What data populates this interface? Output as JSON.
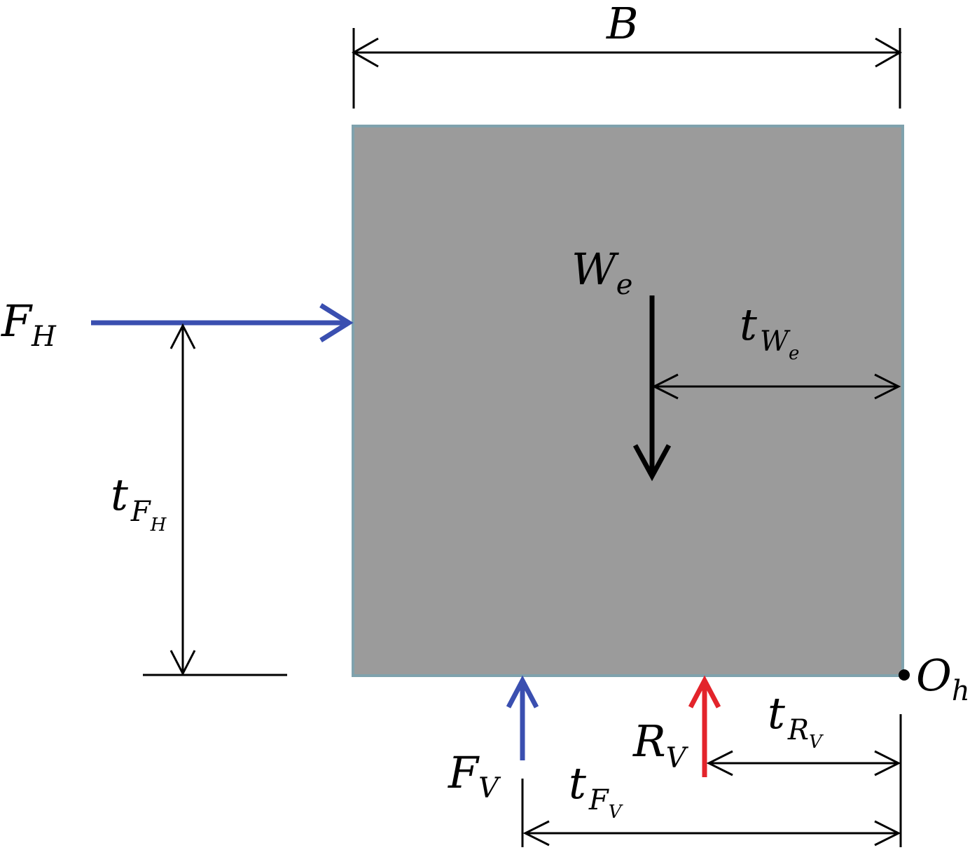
{
  "labels": {
    "width": "B",
    "weight": {
      "base": "W",
      "sub": "e"
    },
    "weight_arm": {
      "base": "t",
      "sub": "W",
      "subsub": "e"
    },
    "horizontal_force": {
      "base": "F",
      "sub": "H"
    },
    "horizontal_arm": {
      "base": "t",
      "sub": "F",
      "subsub": "H"
    },
    "vertical_force": {
      "base": "F",
      "sub": "V"
    },
    "vertical_arm": {
      "base": "t",
      "sub": "F",
      "subsub": "V"
    },
    "reaction": {
      "base": "R",
      "sub": "V"
    },
    "reaction_arm": {
      "base": "t",
      "sub": "R",
      "subsub": "V"
    },
    "pivot": {
      "base": "O",
      "sub": "h"
    }
  },
  "colors": {
    "block_fill": "#9b9b9b",
    "block_edge": "#7fa2ad",
    "force_blue": "#3a4fb0",
    "force_red": "#e3242b",
    "line": "#000000"
  }
}
